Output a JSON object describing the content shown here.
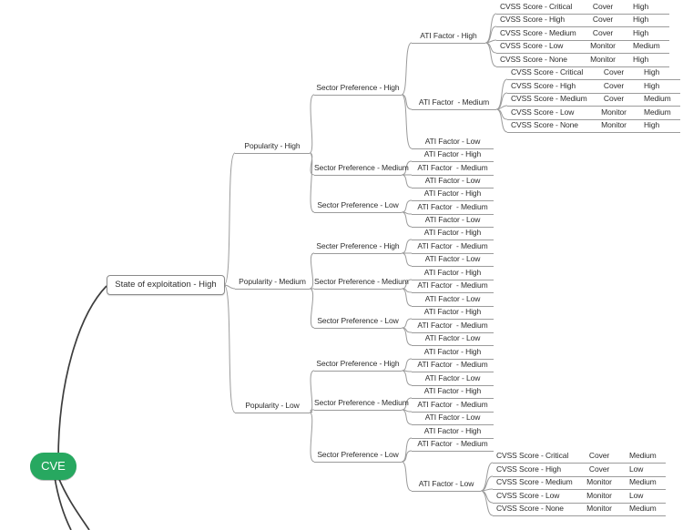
{
  "root": {
    "label": "CVE"
  },
  "state": {
    "label": "State of exploitation - High"
  },
  "popularity_labels": {
    "high": "Popularity - High",
    "medium": "Popularity - Medium",
    "low": "Popularity - Low"
  },
  "sector_labels": {
    "high": "Sector Preference - High",
    "high_typo": "Secter Preference - High",
    "medium": "Sector Preference - Medium",
    "low": "Sector Preference - Low"
  },
  "ati_labels": {
    "high": "ATI Factor - High",
    "medium": "ATI Factor  - Medium",
    "low": "ATI Factor - Low"
  },
  "cvss_blocks": {
    "top": {
      "parent_path": "Popularity High > Sector Preference High > ATI Factor High",
      "rows": [
        {
          "score": "CVSS Score - Critical",
          "action": "Cover",
          "priority": "High"
        },
        {
          "score": "CVSS Score - High",
          "action": "Cover",
          "priority": "High"
        },
        {
          "score": "CVSS Score - Medium",
          "action": "Cover",
          "priority": "High"
        },
        {
          "score": "CVSS Score - Low",
          "action": "Monitor",
          "priority": "Medium"
        },
        {
          "score": "CVSS Score - None",
          "action": "Monitor",
          "priority": "High"
        }
      ]
    },
    "middle": {
      "parent_path": "Popularity High > Sector Preference High > ATI Factor Medium",
      "rows": [
        {
          "score": "CVSS Score - Critical",
          "action": "Cover",
          "priority": "High"
        },
        {
          "score": "CVSS Score - High",
          "action": "Cover",
          "priority": "High"
        },
        {
          "score": "CVSS Score - Medium",
          "action": "Cover",
          "priority": "Medium"
        },
        {
          "score": "CVSS Score - Low",
          "action": "Monitor",
          "priority": "Medium"
        },
        {
          "score": "CVSS Score - None",
          "action": "Monitor",
          "priority": "High"
        }
      ]
    },
    "bottom": {
      "parent_path": "Popularity Low > Sector Preference Low > ATI Factor Low",
      "rows": [
        {
          "score": "CVSS Score - Critical",
          "action": "Cover",
          "priority": "Medium"
        },
        {
          "score": "CVSS Score - High",
          "action": "Cover",
          "priority": "Low"
        },
        {
          "score": "CVSS Score - Medium",
          "action": "Monitor",
          "priority": "Medium"
        },
        {
          "score": "CVSS Score - Low",
          "action": "Monitor",
          "priority": "Low"
        },
        {
          "score": "CVSS Score - None",
          "action": "Monitor",
          "priority": "Medium"
        }
      ]
    }
  },
  "colors": {
    "root_green": "#27a860",
    "connector_gray": "#9b9b9b",
    "edge_dark": "#3d3d3d"
  }
}
